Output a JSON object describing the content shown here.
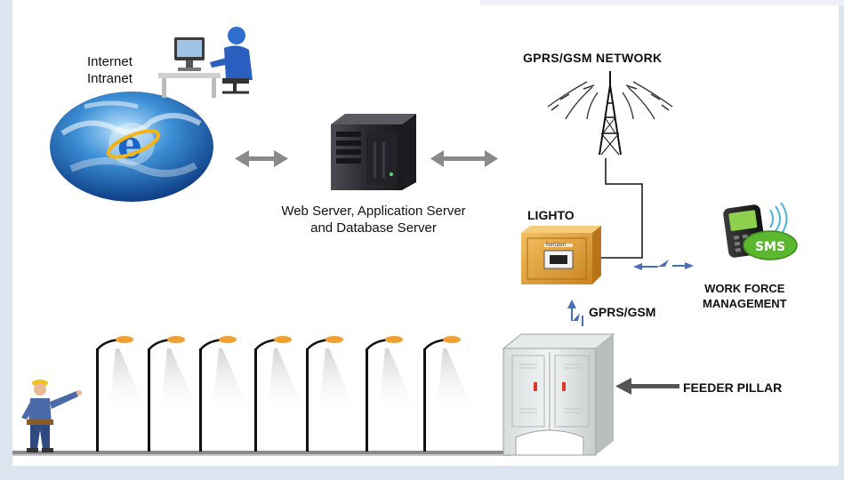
{
  "labels": {
    "internet_line1": "Internet",
    "internet_line2": "Intranet",
    "server_line1": "Web Server, Application Server",
    "server_line2": "and Database Server",
    "gprs_network": "GPRS/GSM NETWORK",
    "lighto": "LIGHTO",
    "gprs_gsm": "GPRS/GSM",
    "workforce_line1": "WORK FORCE",
    "workforce_line2": "MANAGEMENT",
    "feeder_pillar": "FEEDER PILLAR",
    "sms": "SMS",
    "panel_brand": "horizon"
  },
  "colors": {
    "globe_dark": "#1f5fa8",
    "globe_light": "#7ec4ee",
    "server_body": "#2b2b30",
    "lamp_glow": "#f0a030",
    "panel_orange": "#e8a23a",
    "phone_green": "#5bb82e",
    "arrow_gray": "#8a8a8a",
    "signal_blue": "#4a6fb5"
  },
  "street_light_count": 7
}
